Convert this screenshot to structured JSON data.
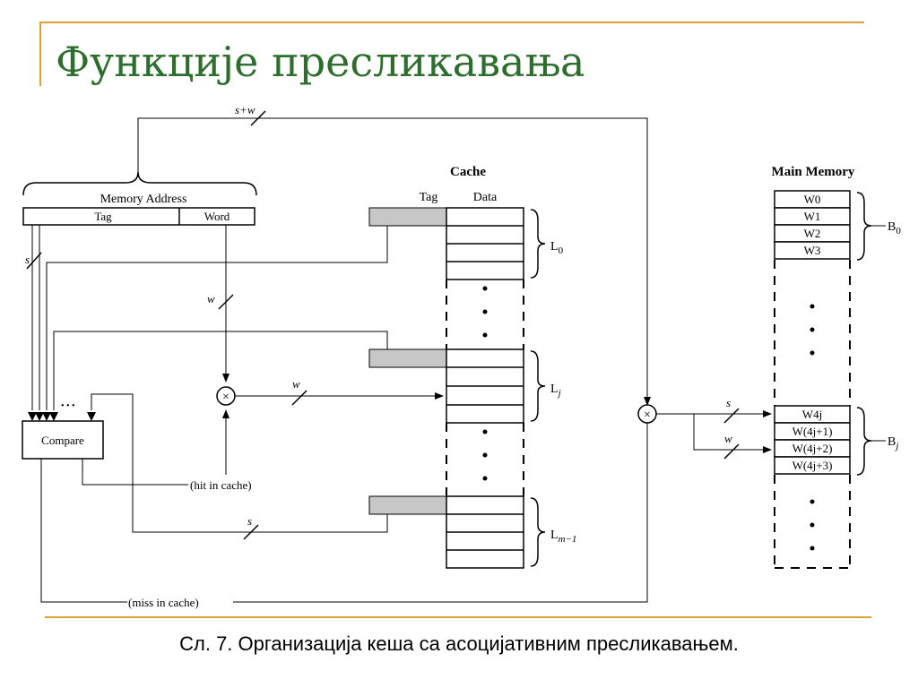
{
  "title": "Функције пресликавања",
  "caption": "Сл. 7. Организација кеша са асоцијативним пресликавањем.",
  "diagram": {
    "memory_address": {
      "label": "Memory Address",
      "tag": "Tag",
      "word": "Word"
    },
    "compare": "Compare",
    "compare_dots": "• • •",
    "cache": {
      "title": "Cache",
      "tag_header": "Tag",
      "data_header": "Data",
      "line_0": "L",
      "line_0_sub": "0",
      "line_j": "L",
      "line_j_sub": "j",
      "line_m": "L",
      "line_m_sub": "m−1"
    },
    "main_memory": {
      "title": "Main Memory",
      "block0_words": [
        "W0",
        "W1",
        "W2",
        "W3"
      ],
      "blockj_words": [
        "W4j",
        "W(4j+1)",
        "W(4j+2)",
        "W(4j+3)"
      ],
      "block_0": "B",
      "block_0_sub": "0",
      "block_j": "B",
      "block_j_sub": "j"
    },
    "bus_labels": {
      "s_plus_w": "s+w",
      "s": "s",
      "w": "w"
    },
    "multiplex_symbol": "×",
    "hit": "(hit in cache)",
    "miss": "(miss in cache)"
  }
}
